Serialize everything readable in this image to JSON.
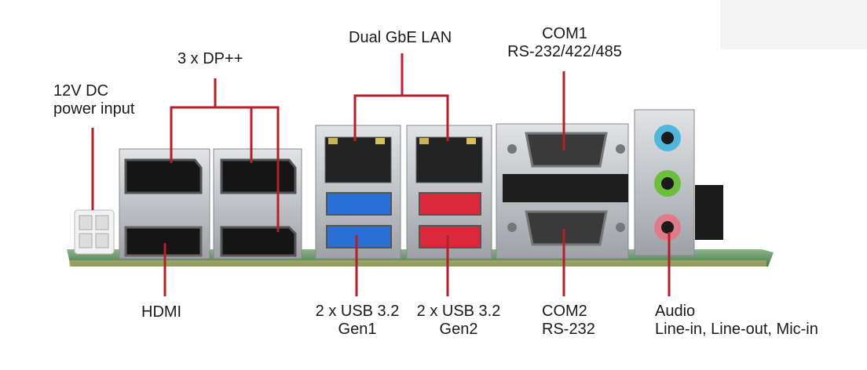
{
  "labels": {
    "power": [
      "12V DC",
      "power input"
    ],
    "dp": "3 x DP++",
    "lan": "Dual GbE LAN",
    "com1": [
      "COM1",
      "RS-232/422/485"
    ],
    "hdmi": "HDMI",
    "usb_gen1": [
      "2 x USB 3.2",
      "Gen1"
    ],
    "usb_gen2": [
      "2 x USB 3.2",
      "Gen2"
    ],
    "com2": [
      "COM2",
      "RS-232"
    ],
    "audio": [
      "Audio",
      "Line-in, Line-out, Mic-in"
    ]
  },
  "colors": {
    "leader_line": "#b3202a",
    "usb_gen1": "#2a6fd6",
    "usb_gen2": "#d9283a",
    "audio_line_in": "#4fb7de",
    "audio_line_out": "#6cbf3c",
    "audio_mic_in": "#e07a8a",
    "pcb": "#3f7a47",
    "metal": "#b9bcc0"
  }
}
